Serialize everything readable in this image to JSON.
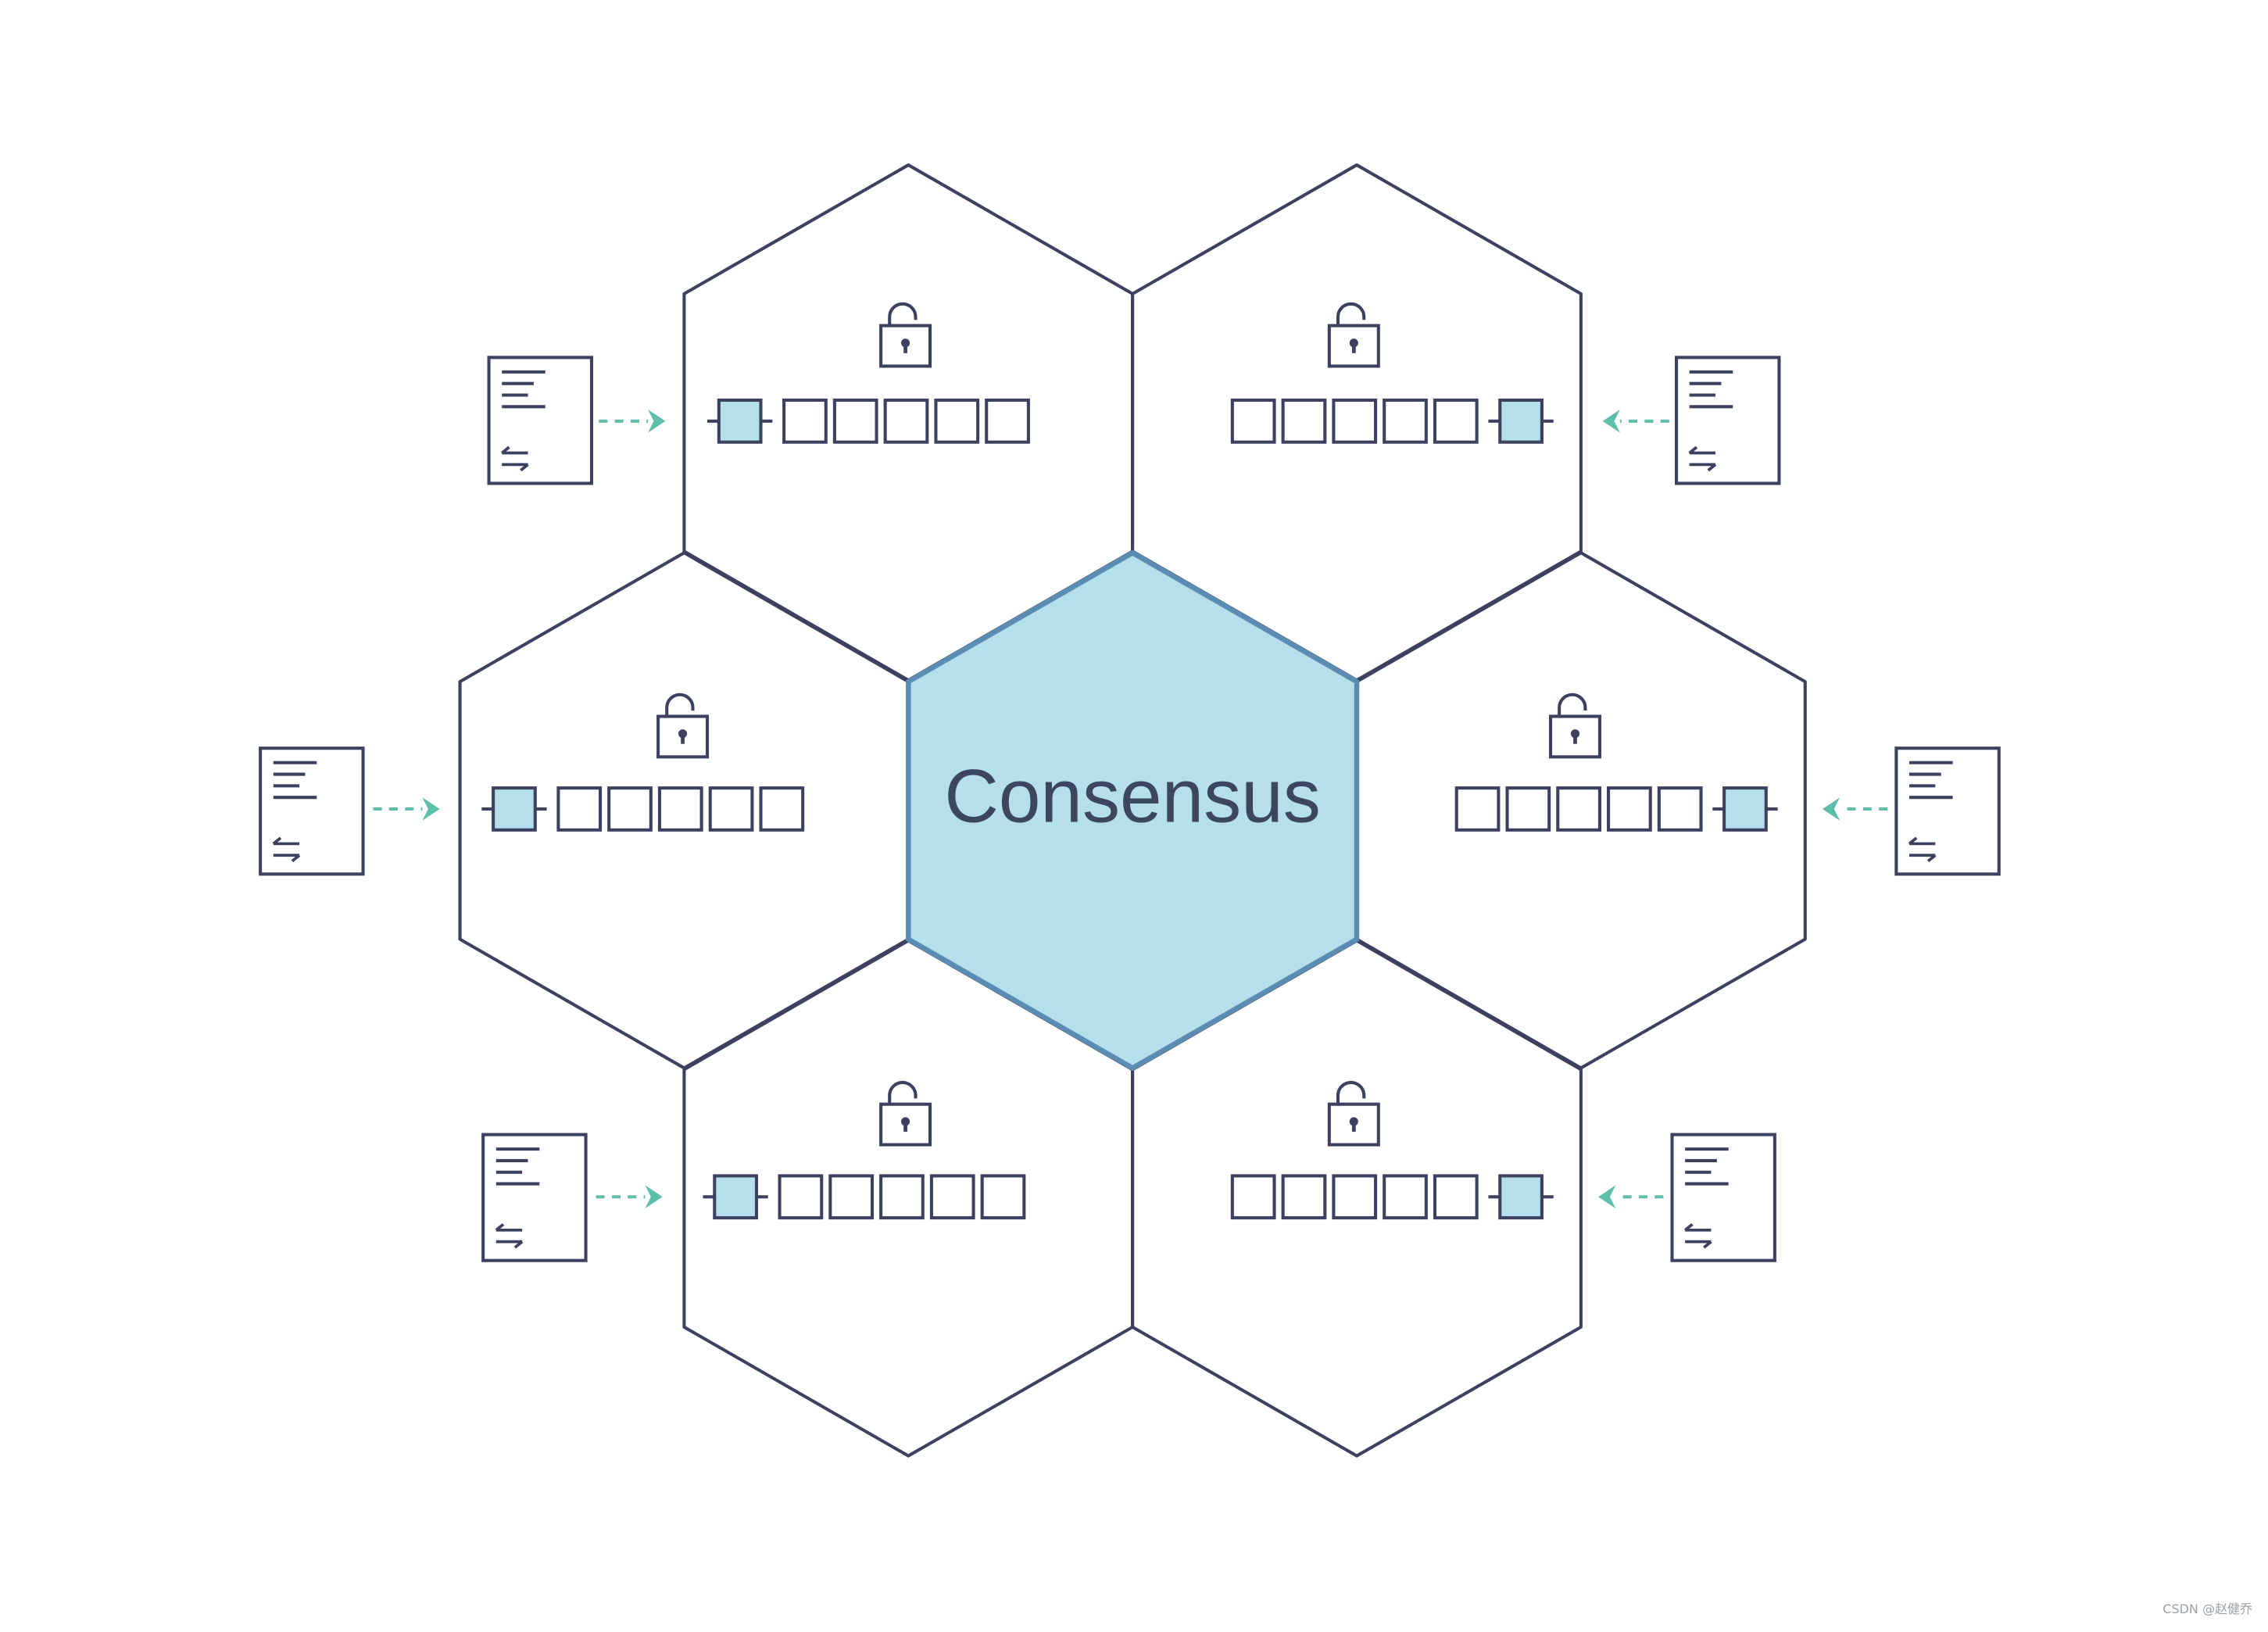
{
  "diagram": {
    "center_label": "Consensus",
    "watermark": "CSDN @赵健乔",
    "colors": {
      "line": "#3d4160",
      "center_fill": "#b5dfeb",
      "center_stroke": "#5b8db3",
      "block_highlight": "#b5dfeb",
      "arrow": "#5bbfaa",
      "consensus_loop": "#d8dadf"
    },
    "icons": {
      "node": "padlock-icon",
      "ledger": "blockchain-icon",
      "document": "transaction-document-icon",
      "swap": "swap-arrows-icon"
    },
    "nodes": [
      {
        "id": "top-left",
        "lock": "padlock-icon",
        "highlight": "left",
        "blocks": 5
      },
      {
        "id": "top-right",
        "lock": "padlock-icon",
        "highlight": "right",
        "blocks": 5
      },
      {
        "id": "middle-left",
        "lock": "padlock-icon",
        "highlight": "left",
        "blocks": 5
      },
      {
        "id": "middle-right",
        "lock": "padlock-icon",
        "highlight": "right",
        "blocks": 5
      },
      {
        "id": "bottom-left",
        "lock": "padlock-icon",
        "highlight": "left",
        "blocks": 5
      },
      {
        "id": "bottom-right",
        "lock": "padlock-icon",
        "highlight": "right",
        "blocks": 5
      }
    ]
  }
}
